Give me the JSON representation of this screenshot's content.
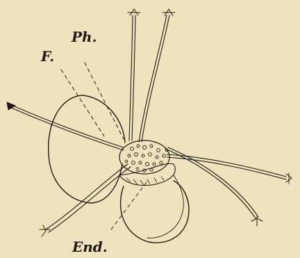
{
  "labels": {
    "ph": "Ph.",
    "f": "F.",
    "end": "End."
  },
  "colors": {
    "paper": "#efe3be",
    "ink": "#1e1a14"
  }
}
